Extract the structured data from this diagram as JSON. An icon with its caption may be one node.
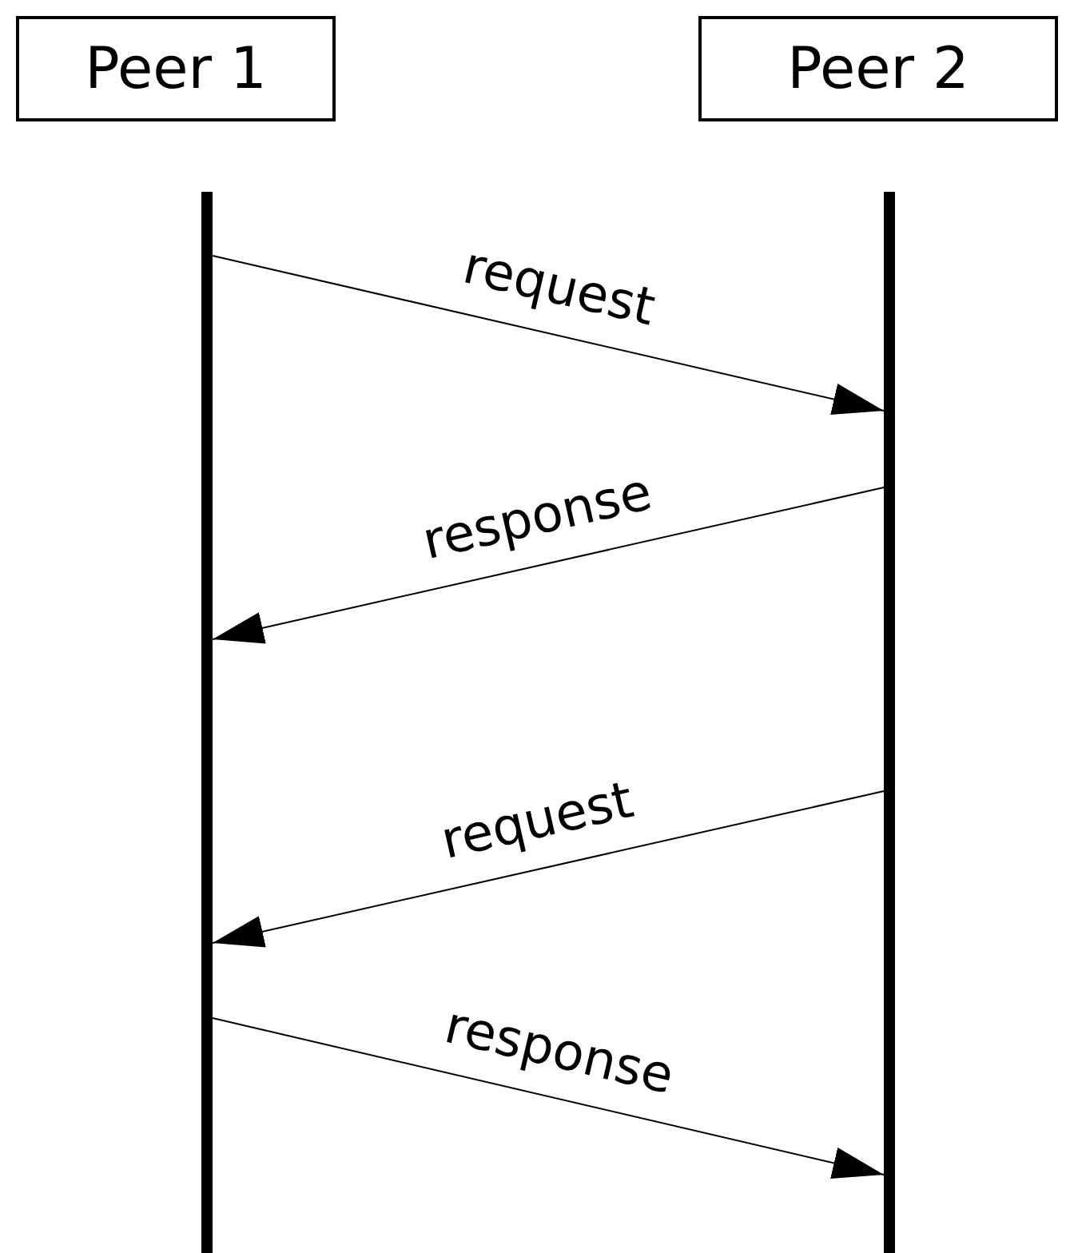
{
  "diagram": {
    "nodes": [
      {
        "text": [
          "Peer 1"
        ]
      },
      {
        "text": [
          "Peer 2"
        ]
      },
      {
        "text": [],
        "shape": "bar"
      },
      {
        "text": [],
        "shape": "bar"
      }
    ],
    "edges": [
      {
        "from": 2,
        "to": 3,
        "arrow": "to",
        "label": "request"
      },
      {
        "from": 3,
        "to": 2,
        "arrow": "to",
        "label": "response"
      },
      {
        "from": 3,
        "to": 2,
        "arrow": "to",
        "label": "request"
      },
      {
        "from": 2,
        "to": 3,
        "arrow": "to",
        "label": "response"
      }
    ]
  }
}
